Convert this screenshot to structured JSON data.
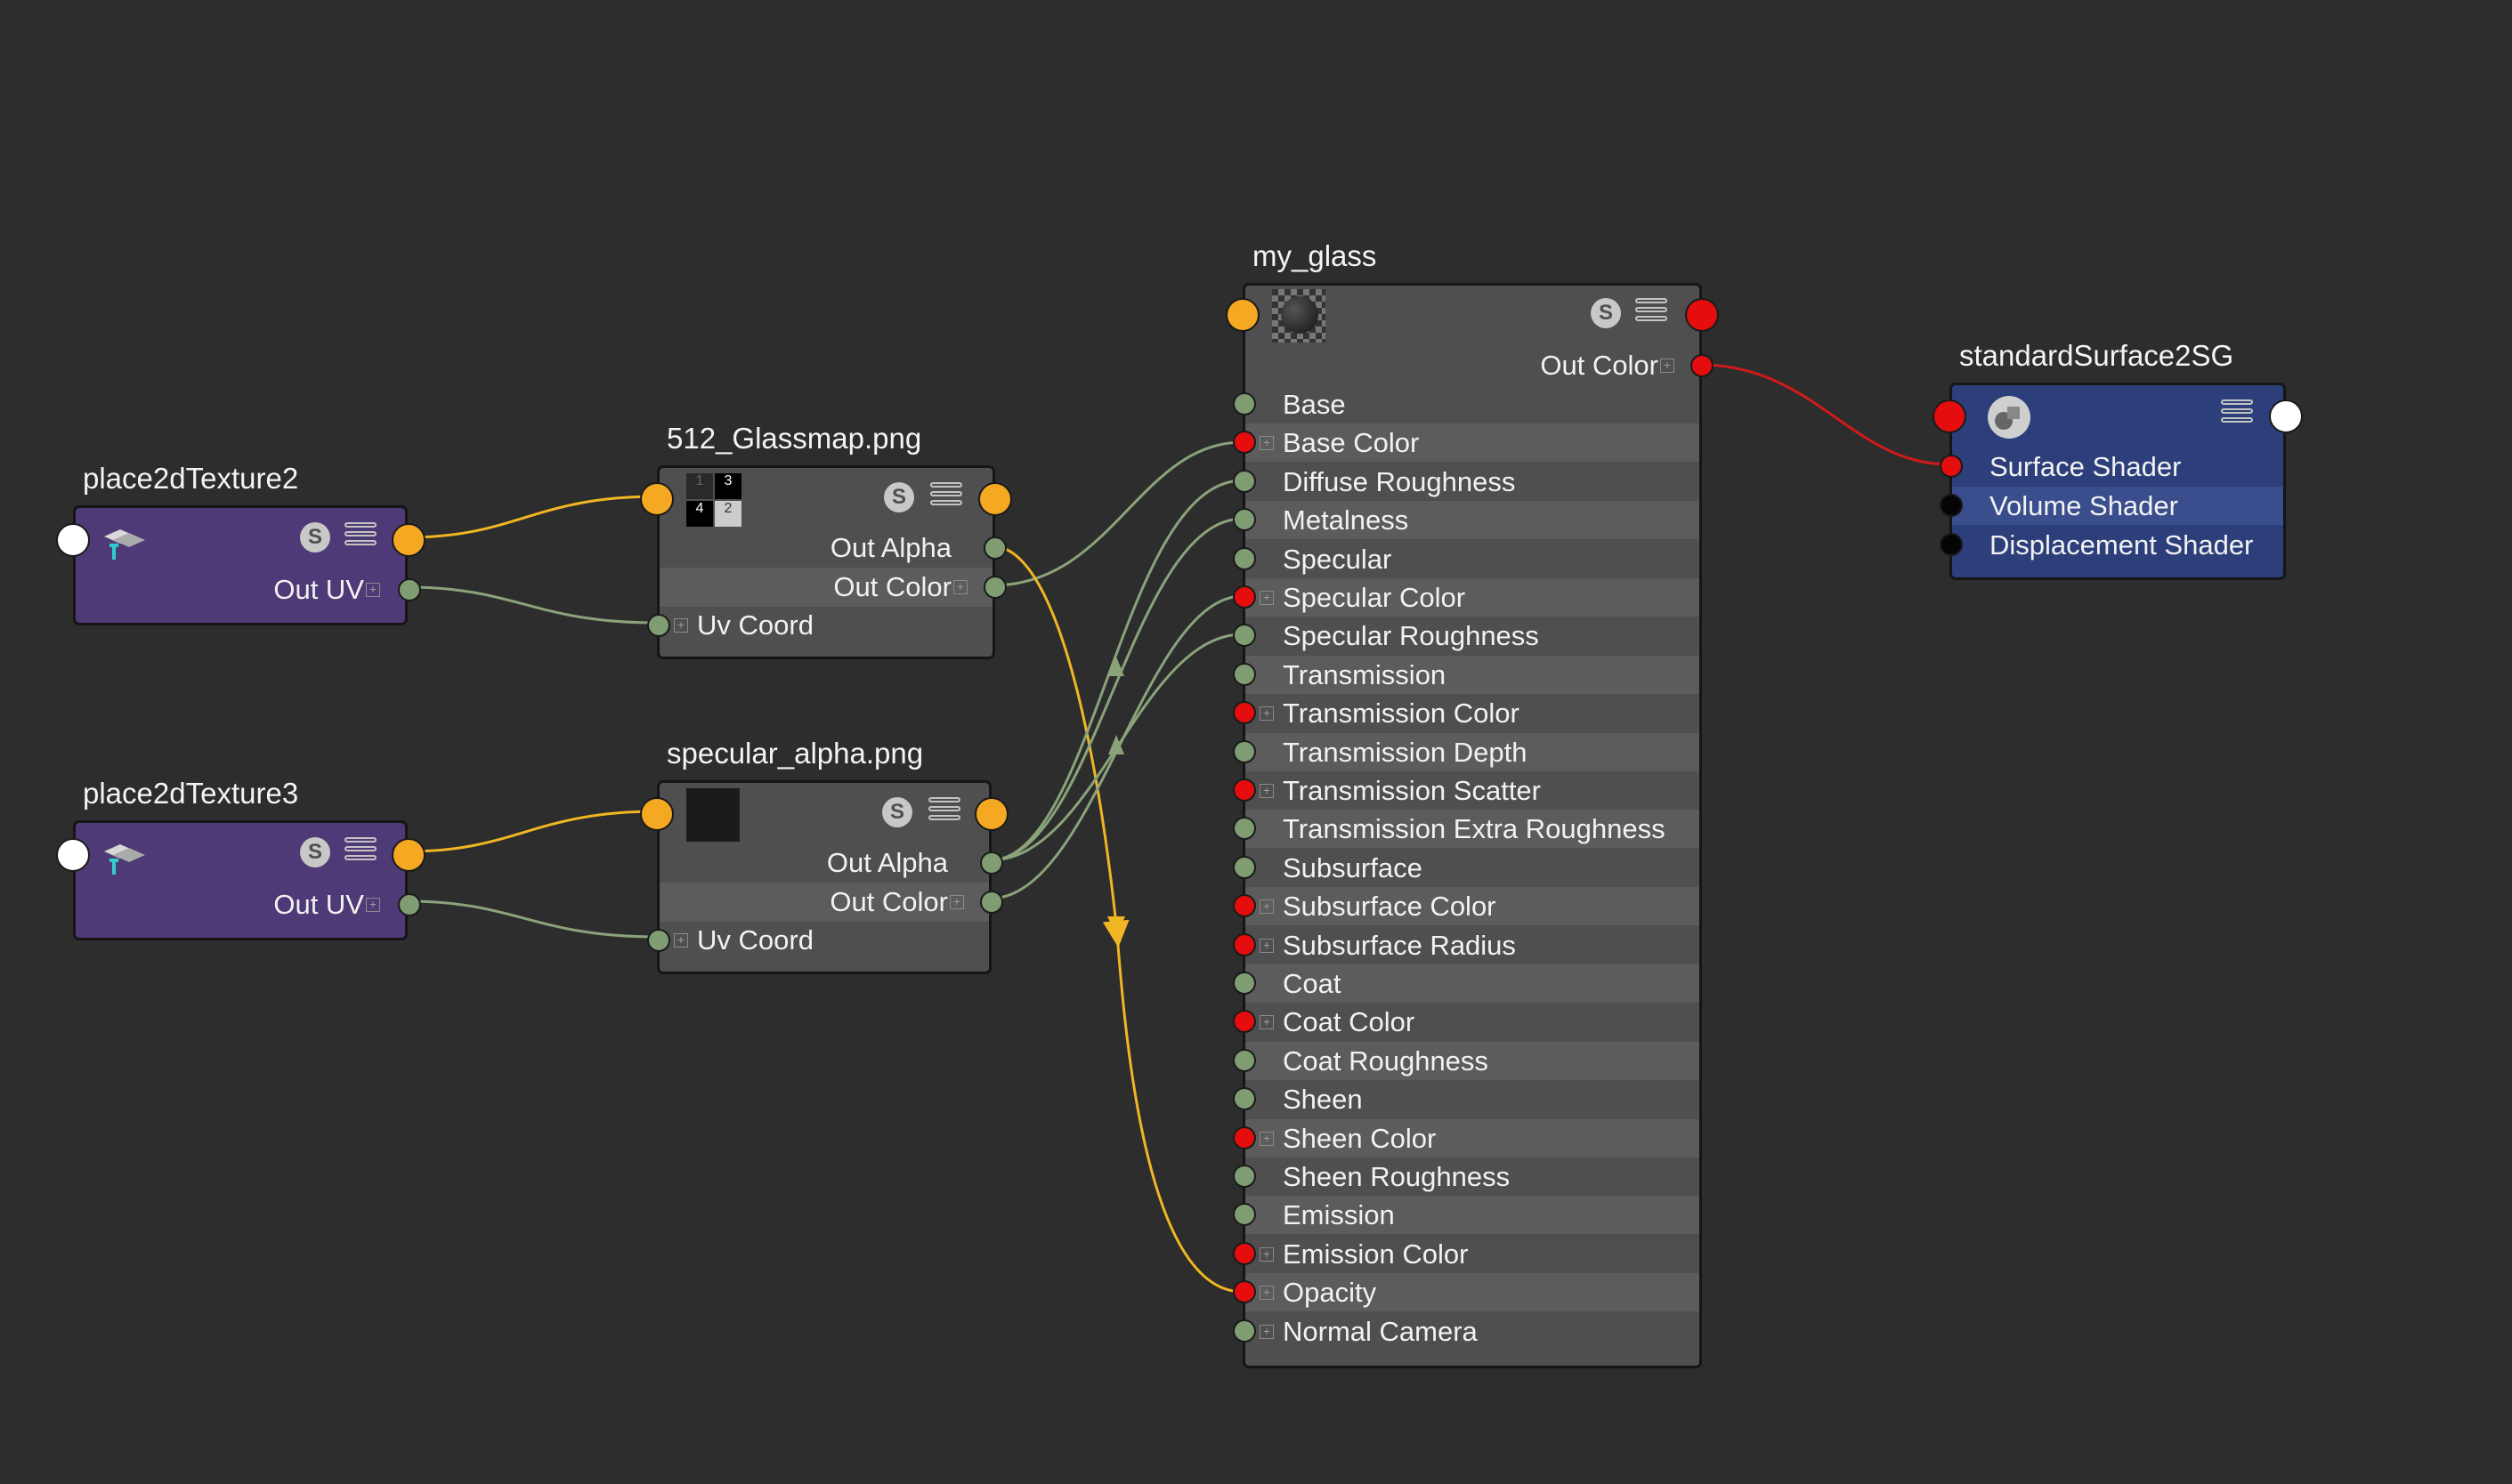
{
  "nodes": {
    "place2d2": {
      "title": "place2dTexture2",
      "out_uv": "Out UV"
    },
    "place2d3": {
      "title": "place2dTexture3",
      "out_uv": "Out UV"
    },
    "glassmap": {
      "title": "512_Glassmap.png",
      "out_alpha": "Out Alpha",
      "out_color": "Out Color",
      "uv_coord": "Uv Coord",
      "thumb_tiles": [
        "1",
        "3",
        "4",
        "2"
      ]
    },
    "specalpha": {
      "title": "specular_alpha.png",
      "out_alpha": "Out Alpha",
      "out_color": "Out Color",
      "uv_coord": "Uv Coord"
    },
    "my_glass": {
      "title": "my_glass",
      "out_color": "Out Color",
      "attributes": [
        {
          "label": "Base",
          "port": "green"
        },
        {
          "label": "Base Color",
          "port": "red",
          "expand": true
        },
        {
          "label": "Diffuse Roughness",
          "port": "green"
        },
        {
          "label": "Metalness",
          "port": "green"
        },
        {
          "label": "Specular",
          "port": "green"
        },
        {
          "label": "Specular Color",
          "port": "red",
          "expand": true
        },
        {
          "label": "Specular Roughness",
          "port": "green"
        },
        {
          "label": "Transmission",
          "port": "green"
        },
        {
          "label": "Transmission Color",
          "port": "red",
          "expand": true
        },
        {
          "label": "Transmission Depth",
          "port": "green"
        },
        {
          "label": "Transmission Scatter",
          "port": "red",
          "expand": true
        },
        {
          "label": "Transmission Extra Roughness",
          "port": "green"
        },
        {
          "label": "Subsurface",
          "port": "green"
        },
        {
          "label": "Subsurface Color",
          "port": "red",
          "expand": true
        },
        {
          "label": "Subsurface Radius",
          "port": "red",
          "expand": true
        },
        {
          "label": "Coat",
          "port": "green"
        },
        {
          "label": "Coat Color",
          "port": "red",
          "expand": true
        },
        {
          "label": "Coat Roughness",
          "port": "green"
        },
        {
          "label": "Sheen",
          "port": "green"
        },
        {
          "label": "Sheen Color",
          "port": "red",
          "expand": true
        },
        {
          "label": "Sheen Roughness",
          "port": "green"
        },
        {
          "label": "Emission",
          "port": "green"
        },
        {
          "label": "Emission Color",
          "port": "red",
          "expand": true
        },
        {
          "label": "Opacity",
          "port": "red",
          "expand": true
        },
        {
          "label": "Normal Camera",
          "port": "green",
          "expand": true
        }
      ]
    },
    "sg": {
      "title": "standardSurface2SG",
      "attributes": [
        "Surface Shader",
        "Volume Shader",
        "Displacement Shader"
      ]
    }
  },
  "icons": {
    "swatch": "s-icon",
    "menu": "menu-icon",
    "place2d": "place2d-texture-icon",
    "shader": "shader-ball-icon",
    "sg": "shading-group-icon"
  },
  "colors": {
    "background": "#2d2d2d",
    "wire_yellow": "#f0b623",
    "wire_green": "#8aa37a",
    "wire_red": "#d11a1a",
    "port_orange": "#f5a821",
    "port_green": "#7f9c73",
    "port_red": "#e50d0d",
    "node_purple": "#4e3a76",
    "node_grey": "#4f4f4f",
    "node_blue": "#2c3f7b"
  }
}
